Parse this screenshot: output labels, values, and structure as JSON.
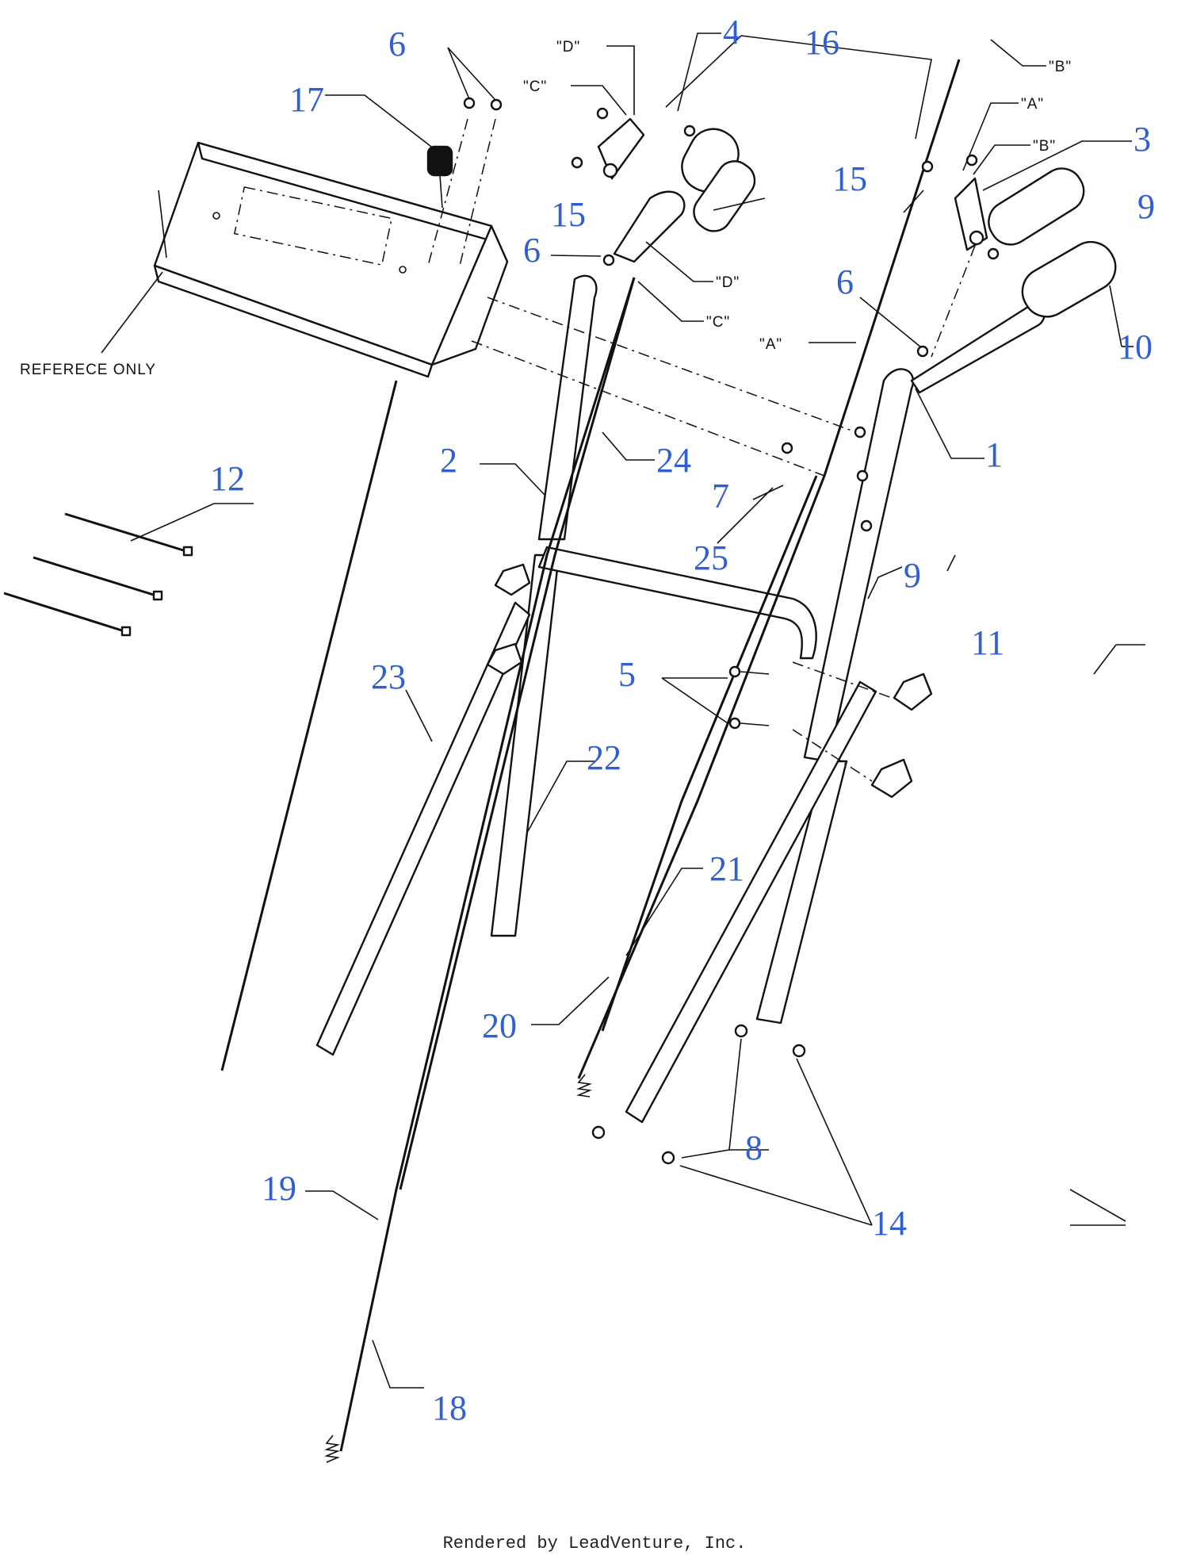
{
  "parts": [
    {
      "id": "p1",
      "label": "1"
    },
    {
      "id": "p2",
      "label": "2"
    },
    {
      "id": "p3",
      "label": "3"
    },
    {
      "id": "p4",
      "label": "4"
    },
    {
      "id": "p5",
      "label": "5"
    },
    {
      "id": "p6a",
      "label": "6"
    },
    {
      "id": "p6b",
      "label": "6"
    },
    {
      "id": "p6c",
      "label": "6"
    },
    {
      "id": "p7",
      "label": "7"
    },
    {
      "id": "p8",
      "label": "8"
    },
    {
      "id": "p9a",
      "label": "9"
    },
    {
      "id": "p9b",
      "label": "9"
    },
    {
      "id": "p10",
      "label": "10"
    },
    {
      "id": "p11",
      "label": "11"
    },
    {
      "id": "p12",
      "label": "12"
    },
    {
      "id": "p14",
      "label": "14"
    },
    {
      "id": "p15a",
      "label": "15"
    },
    {
      "id": "p15b",
      "label": "15"
    },
    {
      "id": "p16",
      "label": "16"
    },
    {
      "id": "p17",
      "label": "17"
    },
    {
      "id": "p18",
      "label": "18"
    },
    {
      "id": "p19",
      "label": "19"
    },
    {
      "id": "p20",
      "label": "20"
    },
    {
      "id": "p21",
      "label": "21"
    },
    {
      "id": "p22",
      "label": "22"
    },
    {
      "id": "p23",
      "label": "23"
    },
    {
      "id": "p24",
      "label": "24"
    },
    {
      "id": "p25",
      "label": "25"
    }
  ],
  "references": [
    {
      "id": "ref-d-left",
      "label": "\"D\""
    },
    {
      "id": "ref-c-left",
      "label": "\"C\""
    },
    {
      "id": "ref-d-mid",
      "label": "\"D\""
    },
    {
      "id": "ref-c-mid",
      "label": "\"C\""
    },
    {
      "id": "ref-b-top",
      "label": "\"B\""
    },
    {
      "id": "ref-a-right",
      "label": "\"A\""
    },
    {
      "id": "ref-b-right",
      "label": "\"B\""
    },
    {
      "id": "ref-a-mid",
      "label": "\"A\""
    }
  ],
  "reference_note": "REFERECE ONLY",
  "footer": "Rendered by LeadVenture, Inc.",
  "colors": {
    "part_number": "#2f5fd0",
    "line": "#111111"
  }
}
